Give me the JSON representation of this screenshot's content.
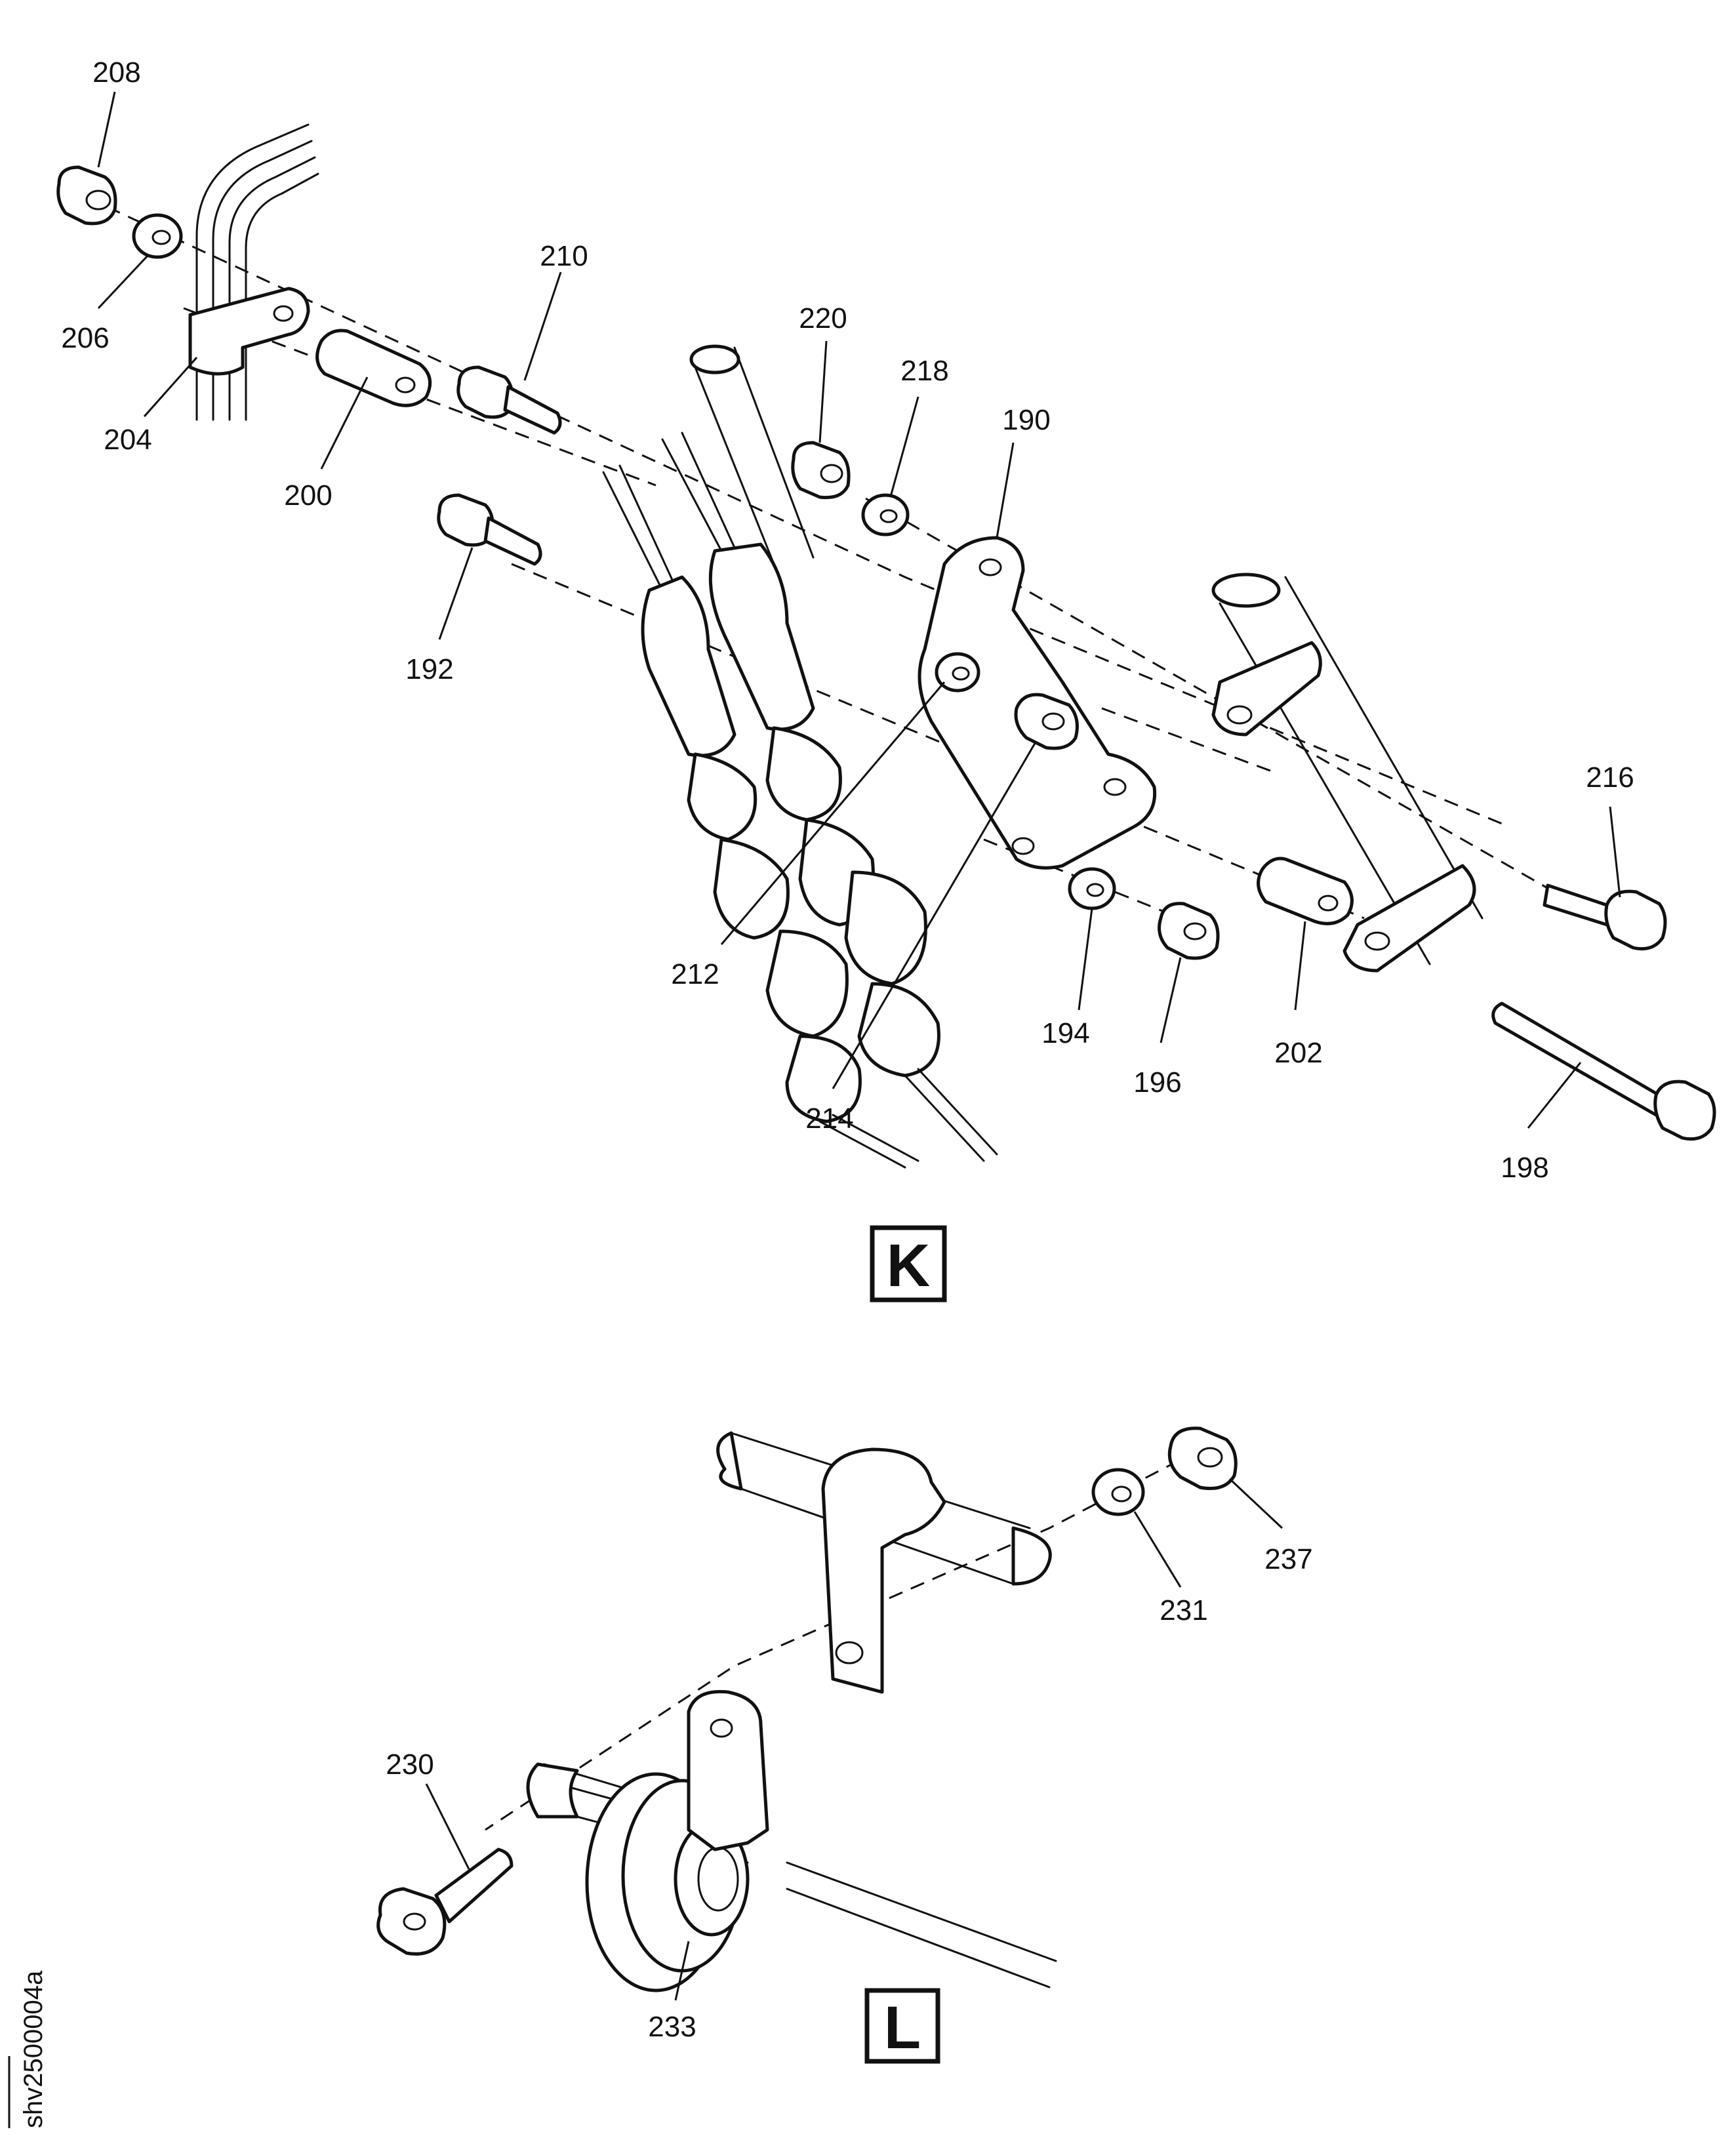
{
  "views": [
    {
      "letter": "K",
      "callouts": [
        "208",
        "206",
        "204",
        "200",
        "210",
        "192",
        "220",
        "218",
        "190",
        "216",
        "212",
        "214",
        "194",
        "196",
        "202",
        "198"
      ]
    },
    {
      "letter": "L",
      "callouts": [
        "237",
        "231",
        "230",
        "233"
      ]
    }
  ],
  "figure_code": "shv2500004a"
}
